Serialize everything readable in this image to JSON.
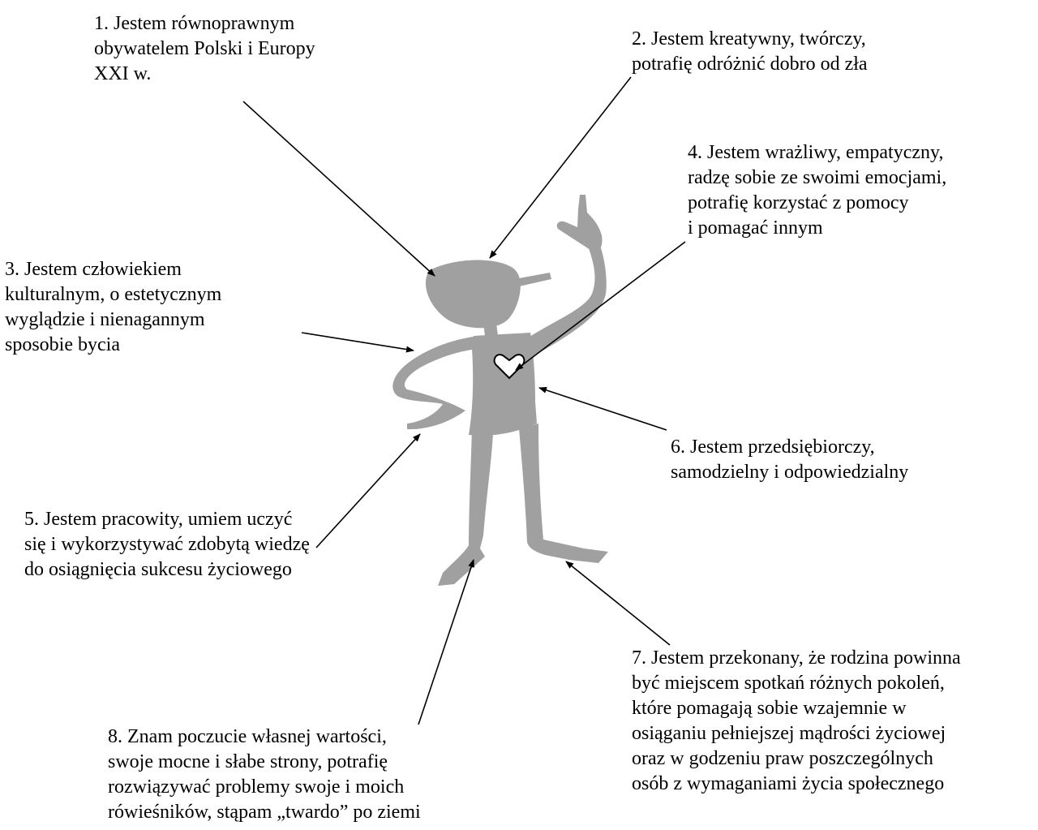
{
  "colors": {
    "figure": "#a0a0a0",
    "arrow": "#000000",
    "text": "#000000",
    "heart_fill": "#ffffff"
  },
  "figure": {
    "description_icon": "person-figure-icon",
    "heart_icon": "heart-icon"
  },
  "labels": [
    {
      "id": "1",
      "lines": [
        "1. Jestem równoprawnym",
        "obywatelem Polski i Europy",
        "XXI w."
      ]
    },
    {
      "id": "2",
      "lines": [
        "2. Jestem kreatywny, twórczy,",
        "potrafię odróżnić dobro od zła"
      ]
    },
    {
      "id": "3",
      "lines": [
        "3. Jestem człowiekiem",
        "kulturalnym, o estetycznym",
        "wyglądzie i nienagannym",
        "sposobie bycia"
      ]
    },
    {
      "id": "4",
      "lines": [
        "4. Jestem wrażliwy, empatyczny,",
        "radzę sobie ze swoimi emocjami,",
        "potrafię korzystać z pomocy",
        "i pomagać innym"
      ]
    },
    {
      "id": "5",
      "lines": [
        "5. Jestem pracowity, umiem uczyć",
        "się i wykorzystywać zdobytą wiedzę",
        "do osiągnięcia sukcesu życiowego"
      ]
    },
    {
      "id": "6",
      "lines": [
        "6. Jestem przedsiębiorczy,",
        "samodzielny i odpowiedzialny"
      ]
    },
    {
      "id": "7",
      "lines": [
        "7. Jestem przekonany, że rodzina powinna",
        "być miejscem spotkań różnych pokoleń,",
        "które pomagają sobie wzajemnie w",
        "osiąganiu pełniejszej mądrości życiowej",
        "oraz w godzeniu praw poszczególnych",
        "osób z wymaganiami życia społecznego"
      ]
    },
    {
      "id": "8",
      "lines": [
        "8. Znam poczucie własnej wartości,",
        "swoje mocne i słabe strony, potrafię",
        "rozwiązywać problemy swoje i moich",
        "rówieśników, stąpam „twardo” po ziemi"
      ]
    }
  ]
}
